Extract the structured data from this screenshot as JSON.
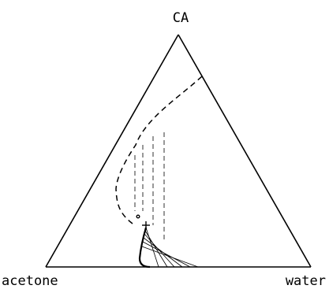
{
  "labels": {
    "top": "CA",
    "bottom_left": "acetone",
    "bottom_right": "water"
  },
  "symbols": {
    "dot": "•",
    "cross": "+"
  }
}
